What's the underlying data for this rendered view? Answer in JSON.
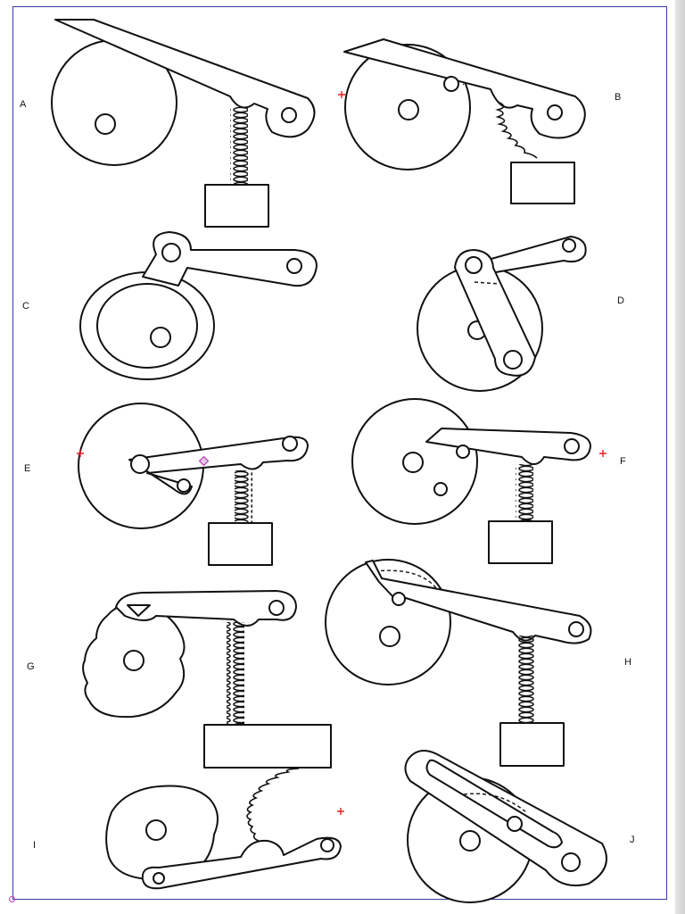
{
  "figure": {
    "panels": [
      {
        "id": "A",
        "label": "A"
      },
      {
        "id": "B",
        "label": "B"
      },
      {
        "id": "C",
        "label": "C"
      },
      {
        "id": "D",
        "label": "D"
      },
      {
        "id": "E",
        "label": "E"
      },
      {
        "id": "F",
        "label": "F"
      },
      {
        "id": "G",
        "label": "G"
      },
      {
        "id": "H",
        "label": "H"
      },
      {
        "id": "I",
        "label": "I"
      },
      {
        "id": "J",
        "label": "J"
      }
    ]
  },
  "colors": {
    "ink": "#111111",
    "frame": "#3a3aa8",
    "marker_red": "#e02020",
    "marker_purple": "#b23bb2"
  }
}
